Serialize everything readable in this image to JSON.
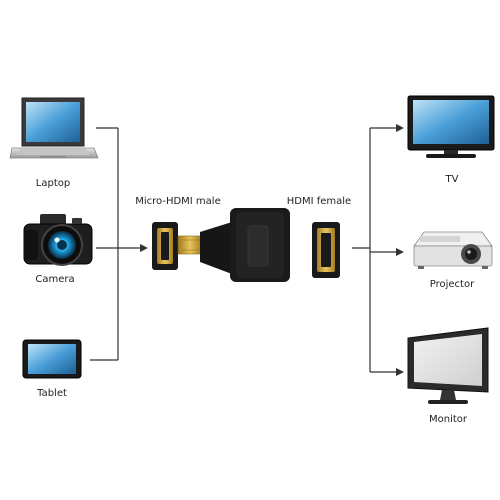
{
  "sources": [
    {
      "label": "Laptop"
    },
    {
      "label": "Camera"
    },
    {
      "label": "Tablet"
    }
  ],
  "adapter": {
    "male_label": "Micro-HDMI male",
    "female_label": "HDMI female"
  },
  "outputs": [
    {
      "label": "TV"
    },
    {
      "label": "Projector"
    },
    {
      "label": "Monitor"
    }
  ],
  "colors": {
    "line": "#333333",
    "adapter_body": "#1a1a1a",
    "gold": "#c9a23a",
    "screen": "#4a9fd8"
  }
}
